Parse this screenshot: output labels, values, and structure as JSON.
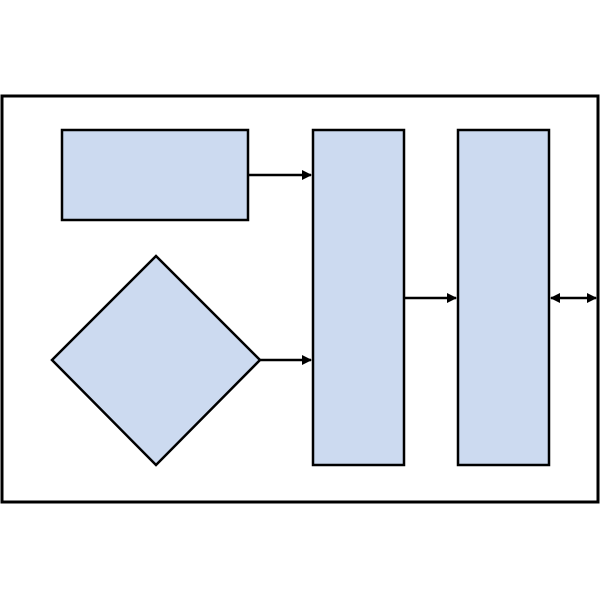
{
  "colors": {
    "background": "#ffffff",
    "frame_fill": "#ffffff",
    "frame_stroke": "#000000",
    "node_fill": "#ccdaf0",
    "node_stroke": "#000000",
    "arrow": "#000000"
  },
  "diagram": {
    "nodes": [
      {
        "id": "top-rect",
        "shape": "rectangle",
        "label": ""
      },
      {
        "id": "diamond",
        "shape": "diamond",
        "label": ""
      },
      {
        "id": "middle-column",
        "shape": "rectangle",
        "label": ""
      },
      {
        "id": "right-column",
        "shape": "rectangle",
        "label": ""
      }
    ],
    "edges": [
      {
        "from": "top-rect",
        "to": "middle-column",
        "direction": "forward"
      },
      {
        "from": "diamond",
        "to": "middle-column",
        "direction": "forward"
      },
      {
        "from": "middle-column",
        "to": "right-column",
        "direction": "forward"
      },
      {
        "from": "right-column",
        "to": "frame-edge",
        "direction": "both"
      }
    ]
  }
}
